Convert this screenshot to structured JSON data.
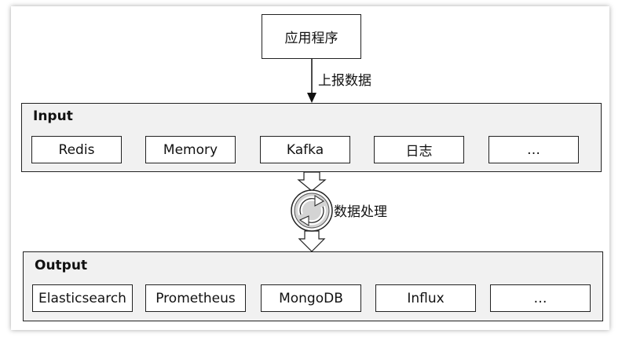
{
  "source": {
    "label": "应用程序"
  },
  "edge_report": {
    "label": "上报数据"
  },
  "input": {
    "title": "Input",
    "items": [
      "Redis",
      "Memory",
      "Kafka",
      "日志",
      "…"
    ]
  },
  "processing": {
    "label": "数据处理",
    "icon": "recycle-icon"
  },
  "output": {
    "title": "Output",
    "items": [
      "Elasticsearch",
      "Prometheus",
      "MongoDB",
      "Influx",
      "…"
    ]
  }
}
